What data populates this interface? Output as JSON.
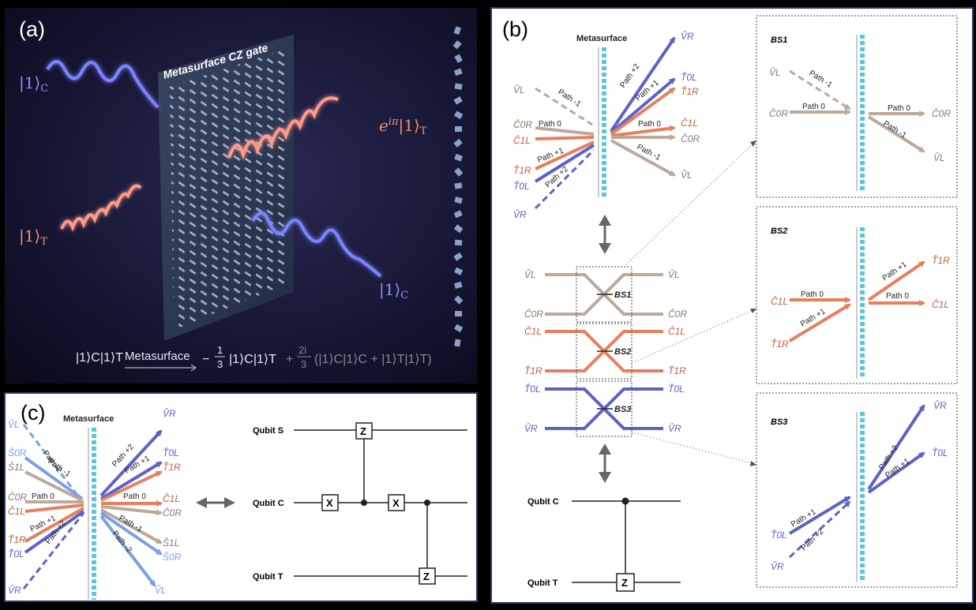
{
  "panel_a": {
    "label": "(a)",
    "title": "Metasurface CZ gate",
    "ket_C_in": "|1⟩",
    "ket_C_in_sub": "C",
    "ket_T_in": "|1⟩",
    "ket_T_in_sub": "T",
    "ket_T_out": "e",
    "ket_T_out_sup": "iπ",
    "ket_T_out_rest": "|1⟩",
    "ket_T_out_sub": "T",
    "ket_C_out": "|1⟩",
    "ket_C_out_sub": "C",
    "eq_left": "|1⟩C|1⟩T",
    "eq_arrow_label": "Metasurface",
    "eq_minus": "−",
    "eq_frac1_num": "1",
    "eq_frac1_den": "3",
    "eq_term1": "|1⟩C|1⟩T",
    "eq_plus": "+",
    "eq_frac2_num": "2i",
    "eq_frac2_den": "3",
    "eq_term2": "(|1⟩C|1⟩C + |1⟩T|1⟩T)"
  },
  "panel_b": {
    "label": "(b)",
    "metasurface_label": "Metasurface",
    "inputs": [
      "V̂L",
      "Ĉ0R",
      "Ĉ1L",
      "T̂1R",
      "T̂0L",
      "V̂R"
    ],
    "outputs": [
      "V̂R",
      "T̂0L",
      "T̂1R",
      "Ĉ1L",
      "Ĉ0R",
      "V̂L"
    ],
    "in_paths": [
      "Path -1",
      "Path 0",
      "Path +1",
      "Path +2"
    ],
    "out_paths": [
      "Path +2",
      "Path +1",
      "Path 0",
      "Path -1"
    ],
    "bs_left": [
      "V̂L",
      "Ĉ0R",
      "Ĉ1L",
      "T̂1R",
      "T̂0L",
      "V̂R"
    ],
    "bs_right": [
      "V̂L",
      "Ĉ0R",
      "Ĉ1L",
      "T̂1R",
      "T̂0L",
      "V̂R"
    ],
    "bs_labels": [
      "BS1",
      "BS2",
      "BS3"
    ],
    "qubit_c": "Qubit C",
    "qubit_t": "Qubit T",
    "gate_z": "Z",
    "bs1": {
      "title": "BS1",
      "in1": "V̂L",
      "in1_path": "Path -1",
      "in2": "Ĉ0R",
      "in2_path": "Path 0",
      "out1": "Ĉ0R",
      "out1_path": "Path 0",
      "out2": "V̂L",
      "out2_path": "Path -1"
    },
    "bs2": {
      "title": "BS2",
      "in1": "Ĉ1L",
      "in1_path": "Path 0",
      "in2": "T̂1R",
      "in2_path": "Path +1",
      "out1": "T̂1R",
      "out1_path": "Path +1",
      "out2": "Ĉ1L",
      "out2_path": "Path 0"
    },
    "bs3": {
      "title": "BS3",
      "in1": "T̂0L",
      "in1_path": "Path +1",
      "in2": "V̂R",
      "in2_path": "Path +2",
      "out1": "V̂R",
      "out1_path": "Path +2",
      "out2": "T̂0L",
      "out2_path": "Path +1"
    }
  },
  "panel_c": {
    "label": "(c)",
    "metasurface_label": "Metasurface",
    "inputs": [
      "V̂L",
      "Ŝ0R",
      "Ŝ1L",
      "Ĉ0R",
      "Ĉ1L",
      "T̂1R",
      "T̂0L",
      "V̂R"
    ],
    "outputs": [
      "V̂R",
      "T̂0L",
      "T̂1R",
      "Ĉ1L",
      "Ĉ0R",
      "Ŝ1L",
      "Ŝ0R",
      "V̂L"
    ],
    "in_paths": [
      "Path -2",
      "Path -1",
      "Path 0",
      "Path +1",
      "Path +2"
    ],
    "out_paths": [
      "Path +2",
      "Path +1",
      "Path 0",
      "Path -1",
      "Path -2"
    ],
    "qubit_s": "Qubit S",
    "qubit_c": "Qubit C",
    "qubit_t": "Qubit T",
    "gate_z": "Z",
    "gate_x": "X"
  },
  "colors": {
    "blue": "#5b63c9",
    "orange": "#e77f5c",
    "beige": "#bba99a",
    "metasurface": "#5bc5dd",
    "light_blue": "#7aa0e2"
  }
}
